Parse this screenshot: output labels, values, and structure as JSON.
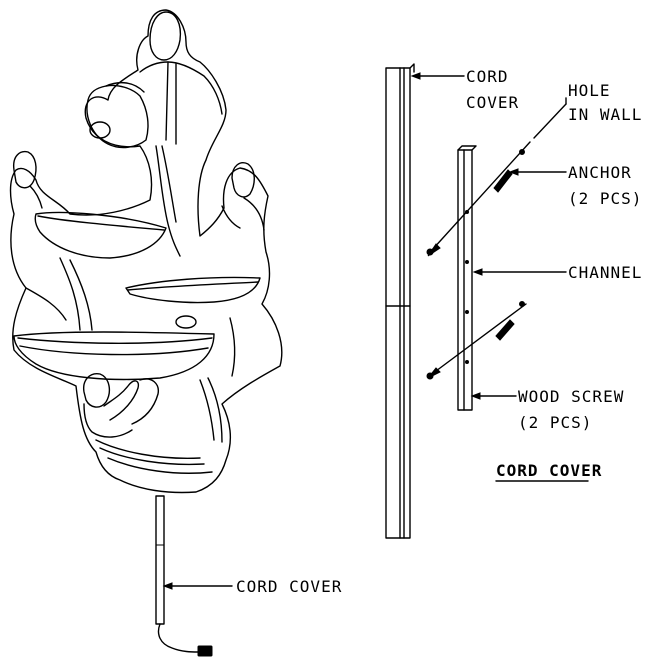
{
  "labels": {
    "cord_cover_top_1": "CORD",
    "cord_cover_top_2": "COVER",
    "hole_in_wall_1": "HOLE",
    "hole_in_wall_2": "IN WALL",
    "anchor_1": "ANCHOR",
    "anchor_2": "(2 PCS)",
    "channel": "CHANNEL",
    "wood_screw_1": "WOOD SCREW",
    "wood_screw_2": "(2 PCS)",
    "cord_cover_bottom": "CORD COVER",
    "section_title": "CORD COVER"
  }
}
